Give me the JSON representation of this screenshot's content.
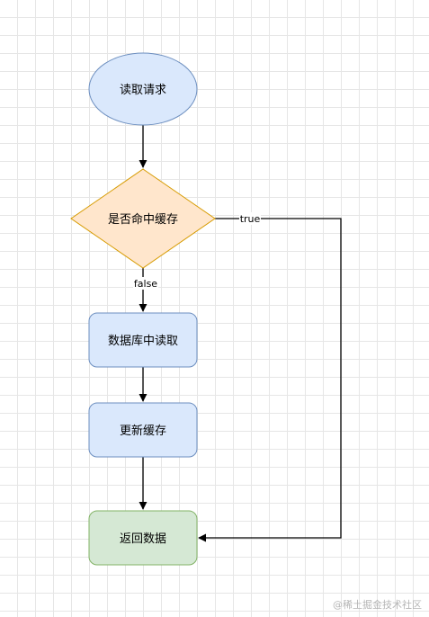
{
  "nodes": {
    "start": {
      "label": "读取请求",
      "fill": "#dae8fc",
      "stroke": "#6c8ebf"
    },
    "decision": {
      "label": "是否命中缓存",
      "fill": "#ffe6cc",
      "stroke": "#d79b00"
    },
    "db_read": {
      "label": "数据库中读取",
      "fill": "#dae8fc",
      "stroke": "#6c8ebf"
    },
    "update_cache": {
      "label": "更新缓存",
      "fill": "#dae8fc",
      "stroke": "#6c8ebf"
    },
    "return_data": {
      "label": "返回数据",
      "fill": "#d5e8d4",
      "stroke": "#82b366"
    }
  },
  "edges": {
    "true_label": "true",
    "false_label": "false"
  },
  "watermark": "@稀土掘金技术社区"
}
